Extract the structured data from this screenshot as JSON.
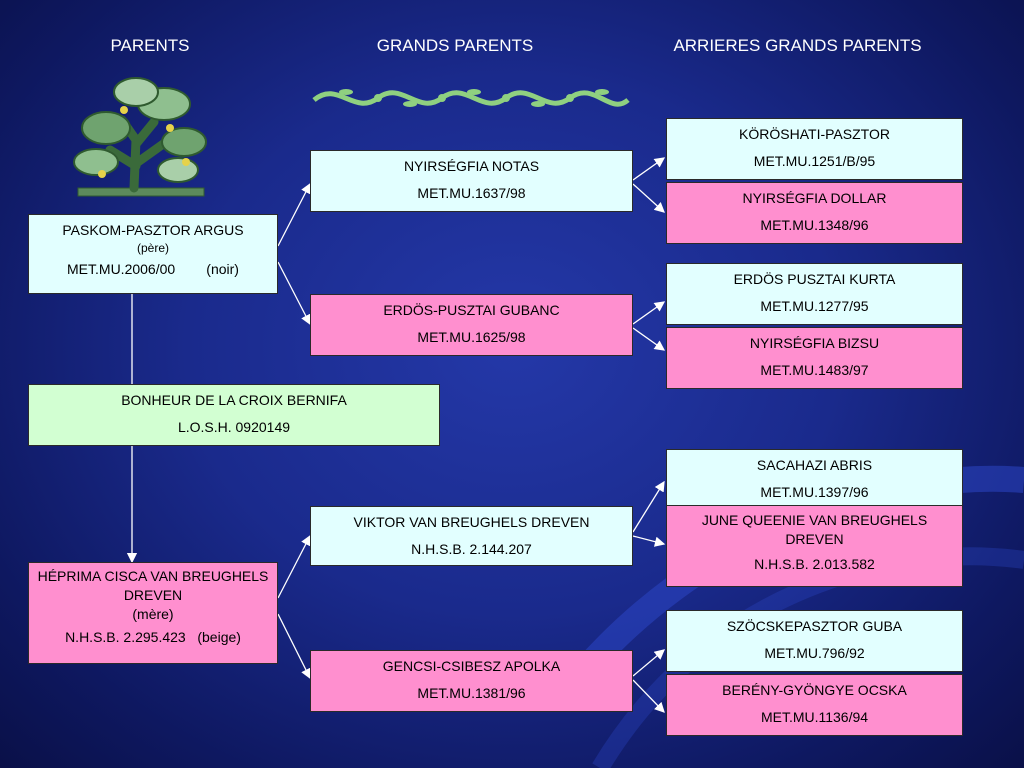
{
  "headers": {
    "parents": "PARENTS",
    "grandparents": "GRANDS PARENTS",
    "great_grandparents": "ARRIERES GRANDS PARENTS"
  },
  "subject": {
    "name": "BONHEUR DE LA CROIX BERNIFA",
    "reg": "L.O.S.H. 0920149"
  },
  "sire": {
    "name": "PASKOM-PASZTOR ARGUS",
    "role": "(père)",
    "reg": "MET.MU.2006/00        (noir)"
  },
  "dam": {
    "name": "HÉPRIMA CISCA VAN BREUGHELS DREVEN",
    "role": "(mère)",
    "reg": "N.H.S.B. 2.295.423   (beige)"
  },
  "grandparents": [
    {
      "name": "NYIRSÉGFIA NOTAS",
      "reg": "MET.MU.1637/98"
    },
    {
      "name": "ERDÖS-PUSZTAI GUBANC",
      "reg": "MET.MU.1625/98"
    },
    {
      "name": "VIKTOR VAN BREUGHELS DREVEN",
      "reg": "N.H.S.B. 2.144.207"
    },
    {
      "name": "GENCSI-CSIBESZ APOLKA",
      "reg": "MET.MU.1381/96"
    }
  ],
  "great_grandparents": [
    {
      "name": "KÖRÖSHATI-PASZTOR",
      "reg": "MET.MU.1251/B/95"
    },
    {
      "name": "NYIRSÉGFIA DOLLAR",
      "reg": "MET.MU.1348/96"
    },
    {
      "name": "ERDÖS PUSZTAI KURTA",
      "reg": "MET.MU.1277/95"
    },
    {
      "name": "NYIRSÉGFIA BIZSU",
      "reg": "MET.MU.1483/97"
    },
    {
      "name": "SACAHAZI ABRIS",
      "reg": "MET.MU.1397/96"
    },
    {
      "name": "JUNE QUEENIE VAN BREUGHELS DREVEN",
      "reg": "N.H.S.B. 2.013.582"
    },
    {
      "name": "SZÖCSKEPASZTOR GUBA",
      "reg": "MET.MU.796/92"
    },
    {
      "name": "BERÉNY-GYÖNGYE OCSKA",
      "reg": "MET.MU.1136/94"
    }
  ],
  "icons": {
    "tree": "tree-icon",
    "ornament": "floral-ornament-icon"
  },
  "colors": {
    "background": "#1a2a8c",
    "cyan_box": "#e2ffff",
    "pink_box": "#ff8fcf",
    "green_box": "#d2ffd2",
    "tree_green": "#3f7a3f"
  }
}
